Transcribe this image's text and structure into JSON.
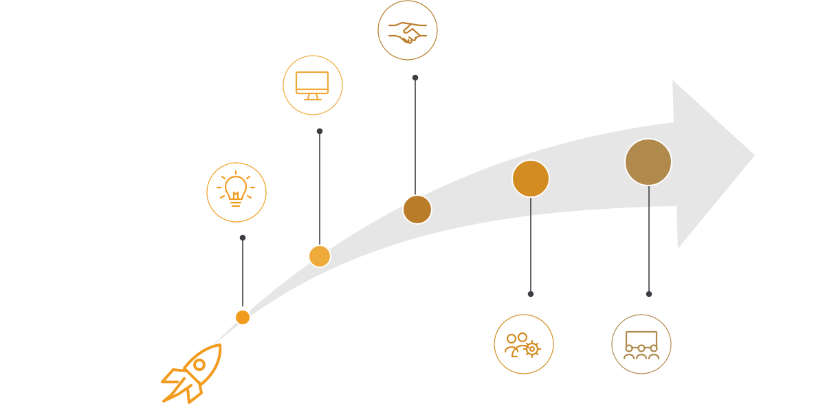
{
  "colors": {
    "arrow": "#e6e6e6",
    "connector": "#3a3d42",
    "rocket": "#f29c1f",
    "milestone_1": "#f29c1f",
    "milestone_2": "#efaa3c",
    "milestone_3": "#b97d2a",
    "milestone_4": "#d38c22",
    "milestone_5": "#b08a4c"
  },
  "milestones": [
    {
      "id": "idea",
      "icon": "lightbulb-icon",
      "color_key": "milestone_1"
    },
    {
      "id": "digital",
      "icon": "monitor-icon",
      "color_key": "milestone_2"
    },
    {
      "id": "partnership",
      "icon": "handshake-icon",
      "color_key": "milestone_3"
    },
    {
      "id": "team",
      "icon": "team-settings-icon",
      "color_key": "milestone_4"
    },
    {
      "id": "presentation",
      "icon": "audience-presentation-icon",
      "color_key": "milestone_5"
    }
  ],
  "launch_icon": "rocket-icon"
}
